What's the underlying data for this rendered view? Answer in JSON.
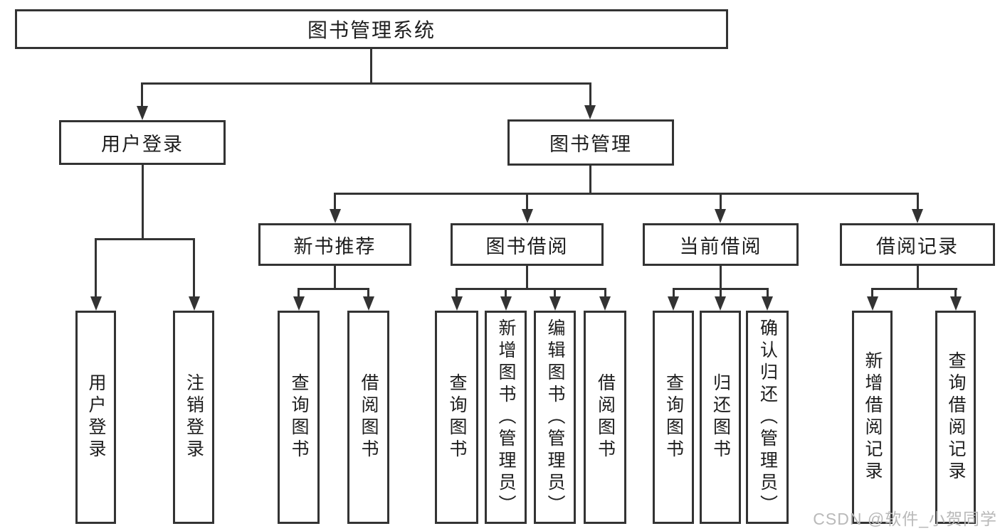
{
  "tree": {
    "root": "图书管理系统",
    "level2": [
      {
        "label": "用户登录",
        "children": [
          "用户登录",
          "注销登录"
        ]
      },
      {
        "label": "图书管理",
        "groups": [
          {
            "label": "新书推荐",
            "children": [
              "查询图书",
              "借阅图书"
            ]
          },
          {
            "label": "图书借阅",
            "children": [
              "查询图书",
              "新增图书（管理员）",
              "编辑图书（管理员）",
              "借阅图书"
            ]
          },
          {
            "label": "当前借阅",
            "children": [
              "查询图书",
              "归还图书",
              "确认归还（管理员）"
            ]
          },
          {
            "label": "借阅记录",
            "children": [
              "新增借阅记录",
              "查询借阅记录"
            ]
          }
        ]
      }
    ]
  },
  "watermark": "CSDN @软件_小贺同学",
  "colors": {
    "line": "#333333",
    "text": "#1d1d1d",
    "watermark": "#b9b9b9",
    "background": "#ffffff"
  }
}
